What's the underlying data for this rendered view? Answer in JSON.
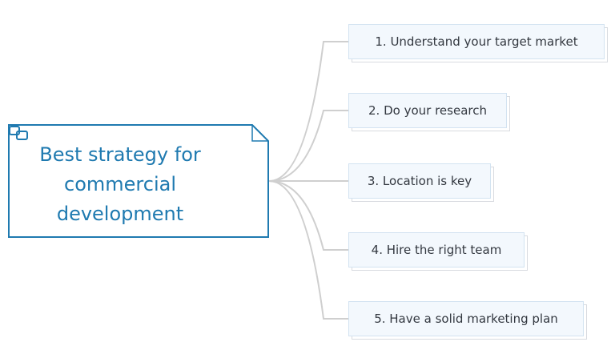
{
  "central_topic": {
    "lines": [
      "Best strategy for",
      "commercial",
      "development"
    ],
    "link_icon": "link-icon"
  },
  "topics": [
    {
      "label": "1. Understand your target market"
    },
    {
      "label": "2. Do your research"
    },
    {
      "label": "3. Location is key"
    },
    {
      "label": "4. Hire the right team"
    },
    {
      "label": "5. Have a solid marketing plan"
    }
  ],
  "colors": {
    "central_border": "#1f7ab0",
    "central_text": "#1f7ab0",
    "topic_fill": "#f3f8fd",
    "topic_border": "#d3e3f1",
    "connector": "#cfcfcf"
  }
}
